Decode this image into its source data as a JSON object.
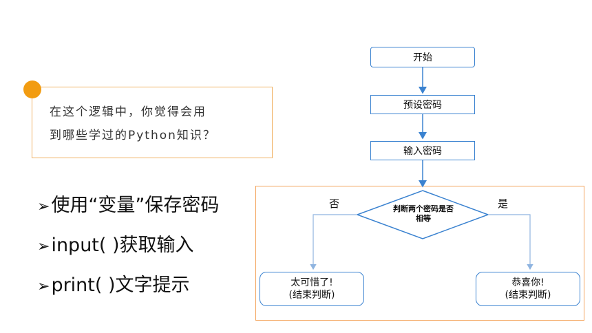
{
  "question": {
    "line1": "在这个逻辑中，你觉得会用",
    "line2": "到哪些学过的Python知识？"
  },
  "bullets": [
    {
      "arrow": "➢",
      "text": "使用“变量”保存密码"
    },
    {
      "arrow": "➢",
      "text": "input( )获取输入"
    },
    {
      "arrow": "➢",
      "text": "print( )文字提示"
    }
  ],
  "flow": {
    "start": "开始",
    "preset": "预设密码",
    "input": "输入密码",
    "decision_line1": "判断两个密码是否",
    "decision_line2": "相等",
    "no_label": "否",
    "yes_label": "是",
    "fail_line1": "太可惜了!",
    "fail_line2": "(结束判断)",
    "success_line1": "恭喜你!",
    "success_line2": "(结束判断)"
  }
}
